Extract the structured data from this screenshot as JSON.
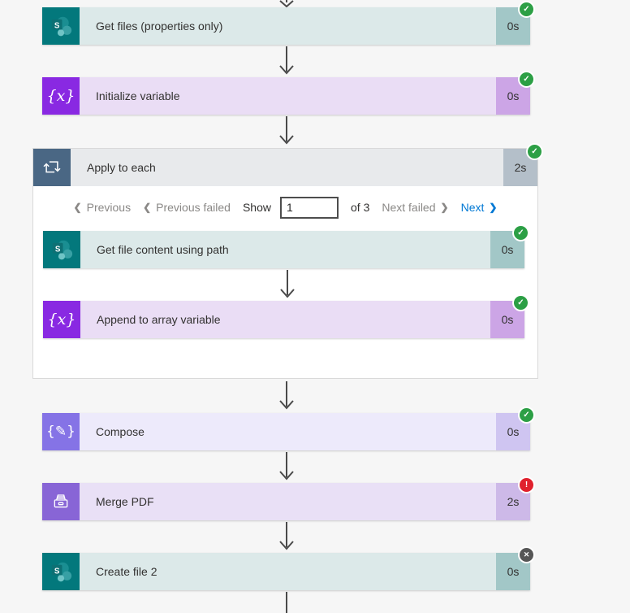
{
  "flow": {
    "nodes": [
      {
        "id": "get-files",
        "label": "Get files (properties only)",
        "duration": "0s",
        "status": "succeeded",
        "status_glyph": "✓",
        "connector": "sharepoint"
      },
      {
        "id": "initialize-variable",
        "label": "Initialize variable",
        "duration": "0s",
        "status": "succeeded",
        "status_glyph": "✓",
        "connector": "variable"
      },
      {
        "id": "apply-to-each",
        "label": "Apply to each",
        "duration": "2s",
        "status": "succeeded",
        "status_glyph": "✓",
        "connector": "control-loop"
      },
      {
        "id": "get-file-content-using-path",
        "label": "Get file content using path",
        "duration": "0s",
        "status": "succeeded",
        "status_glyph": "✓",
        "connector": "sharepoint"
      },
      {
        "id": "append-to-array-variable",
        "label": "Append to array variable",
        "duration": "0s",
        "status": "succeeded",
        "status_glyph": "✓",
        "connector": "variable"
      },
      {
        "id": "compose",
        "label": "Compose",
        "duration": "0s",
        "status": "succeeded",
        "status_glyph": "✓",
        "connector": "data-operation"
      },
      {
        "id": "merge-pdf",
        "label": "Merge PDF",
        "duration": "2s",
        "status": "failed",
        "status_glyph": "!",
        "connector": "pdf"
      },
      {
        "id": "create-file-2",
        "label": "Create file 2",
        "duration": "0s",
        "status": "cancelled",
        "status_glyph": "✕",
        "connector": "sharepoint"
      }
    ],
    "pagination": {
      "previous": "Previous",
      "previous_failed": "Previous failed",
      "show_label": "Show",
      "value": "1",
      "of": "of 3",
      "next_failed": "Next failed",
      "next": "Next",
      "prev_chevron": "❮",
      "next_chevron": "❯"
    },
    "icons": {
      "sharepoint_letter": "S",
      "variable_glyph": "{x}",
      "compose_glyph": "{✎}"
    },
    "colors": {
      "sharepoint_teal": "#03787c",
      "variable_purple": "#8929e2",
      "loop_slate": "#4a6784",
      "compose_purple": "#8573e6",
      "merge_pdf_purple": "#8865d6",
      "success_green": "#2c9f45",
      "error_red": "#e0212d",
      "cancelled_gray": "#565656",
      "link_blue": "#0078d4",
      "canvas_bg": "#f6f6f6"
    }
  }
}
